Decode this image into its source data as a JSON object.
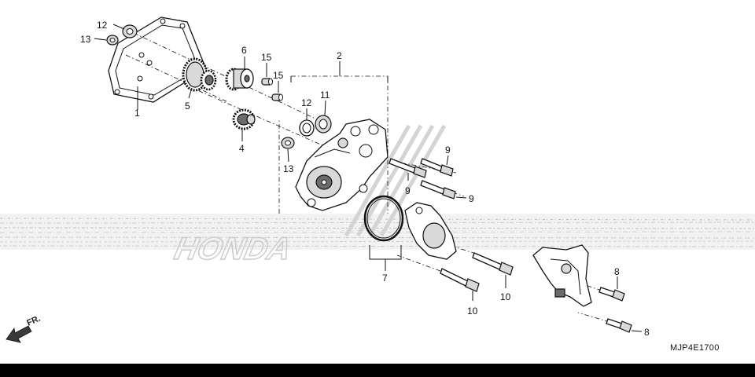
{
  "diagram": {
    "labels": [
      {
        "name": "callout-12-top",
        "text": "12"
      },
      {
        "name": "callout-13-top",
        "text": "13"
      },
      {
        "name": "callout-1",
        "text": "1"
      },
      {
        "name": "callout-5",
        "text": "5"
      },
      {
        "name": "callout-6",
        "text": "6"
      },
      {
        "name": "callout-4",
        "text": "4"
      },
      {
        "name": "callout-15-a",
        "text": "15"
      },
      {
        "name": "callout-15-b",
        "text": "15"
      },
      {
        "name": "callout-2",
        "text": "2"
      },
      {
        "name": "callout-12-mid",
        "text": "12"
      },
      {
        "name": "callout-11",
        "text": "11"
      },
      {
        "name": "callout-13-mid",
        "text": "13"
      },
      {
        "name": "callout-9-a",
        "text": "9"
      },
      {
        "name": "callout-9-b",
        "text": "9"
      },
      {
        "name": "callout-9-c",
        "text": "9"
      },
      {
        "name": "callout-7",
        "text": "7"
      },
      {
        "name": "callout-10-a",
        "text": "10"
      },
      {
        "name": "callout-10-b",
        "text": "10"
      },
      {
        "name": "callout-8-a",
        "text": "8"
      },
      {
        "name": "callout-8-b",
        "text": "8"
      }
    ],
    "direction_label": "FR.",
    "watermark": "HONDA",
    "diagram_code": "MJP4E1700"
  }
}
